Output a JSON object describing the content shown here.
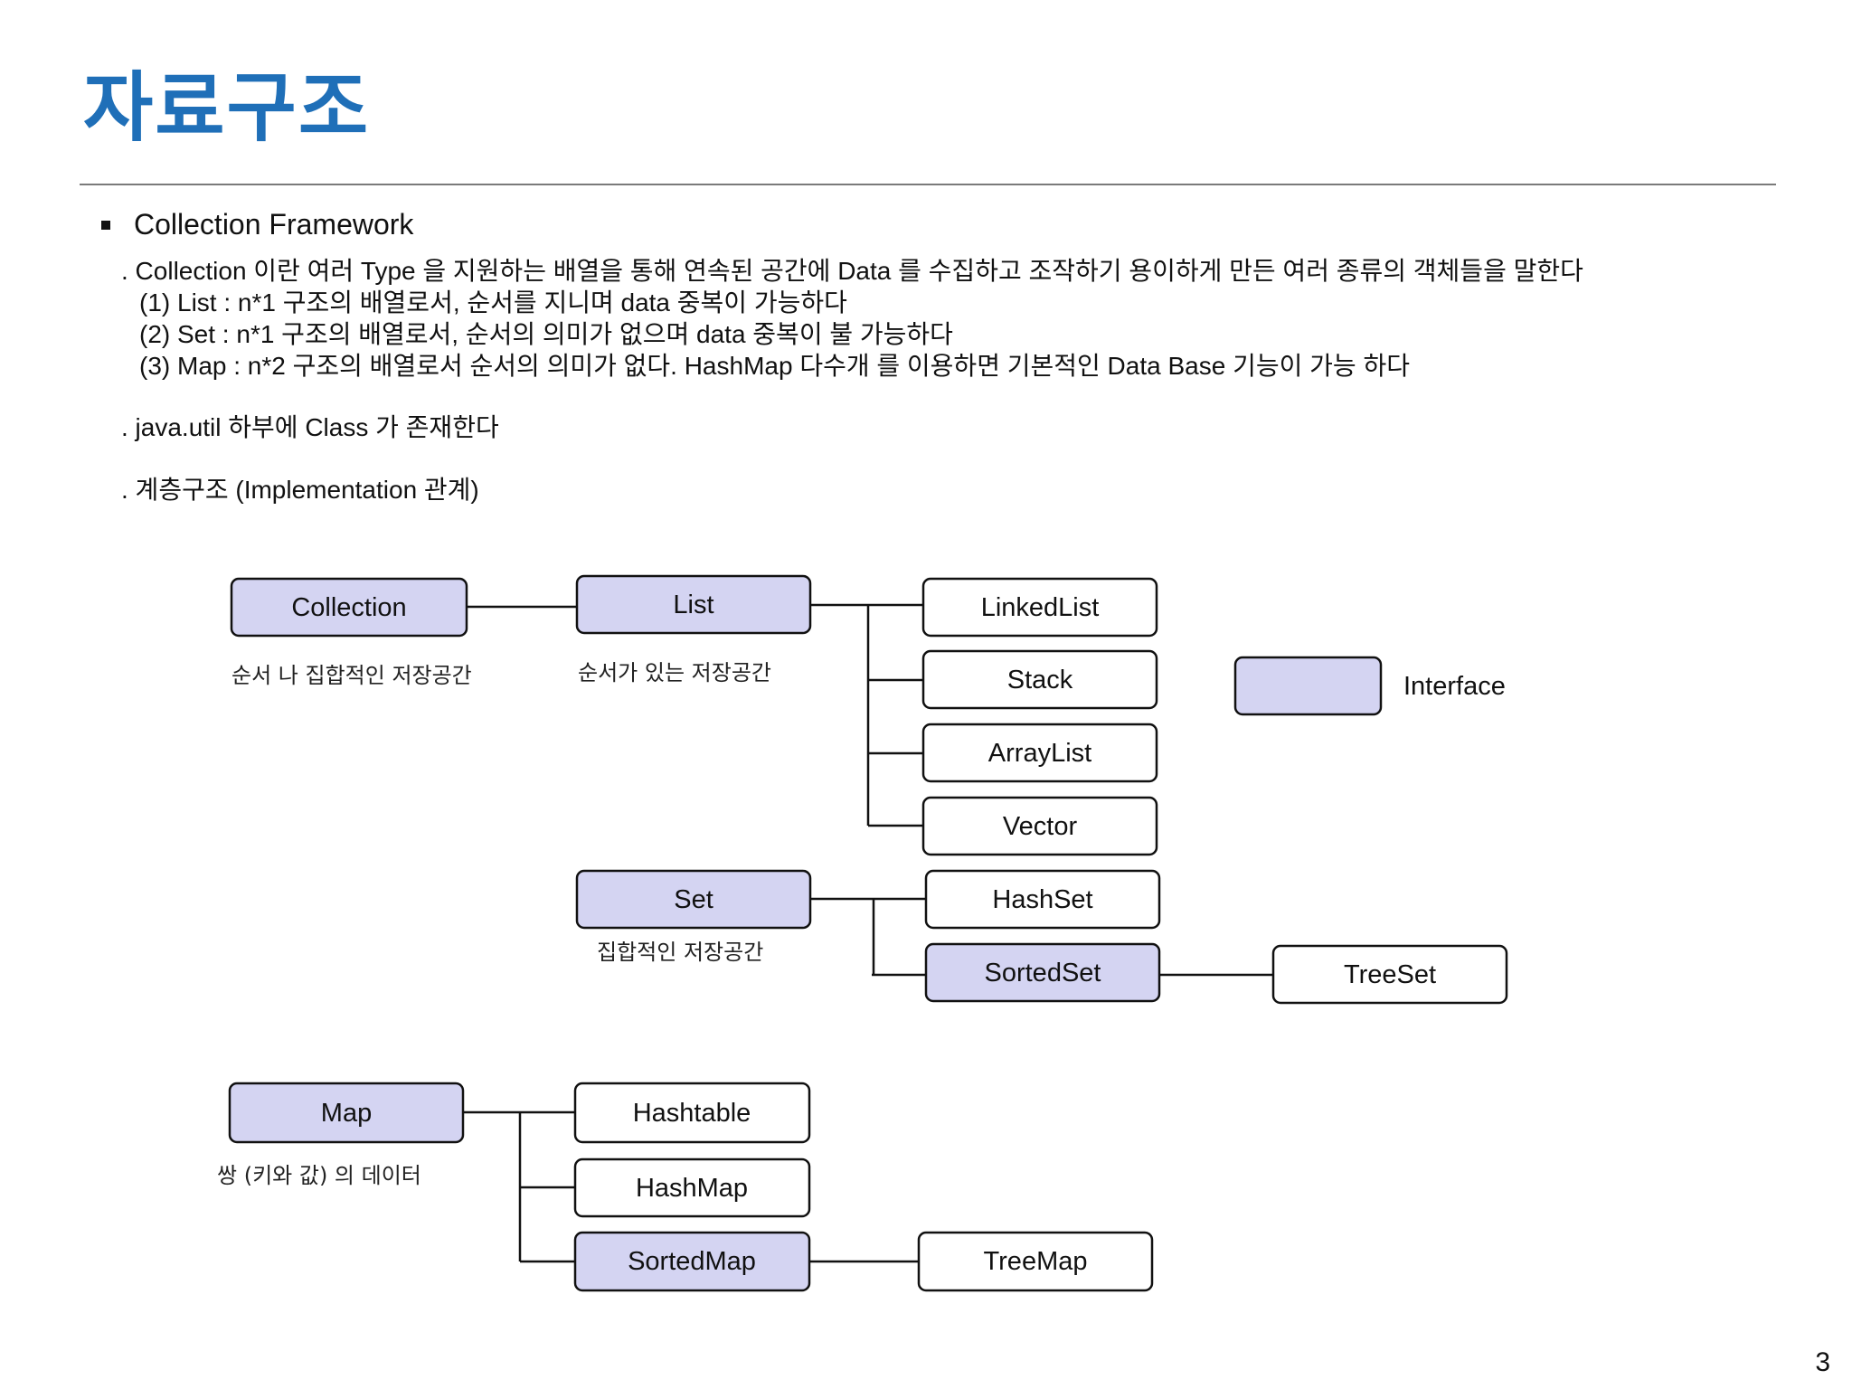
{
  "title": "자료구조",
  "section": {
    "heading": "Collection Framework",
    "lines": [
      ". Collection 이란 여러 Type 을 지원하는 배열을 통해 연속된 공간에 Data 를 수집하고 조작하기 용이하게 만든 여러 종류의 객체들을 말한다",
      "(1) List  : n*1 구조의 배열로서, 순서를 지니며 data 중복이 가능하다",
      "(2) Set  : n*1 구조의 배열로서, 순서의 의미가 없으며 data 중복이 불 가능하다",
      "(3) Map : n*2 구조의 배열로서 순서의 의미가 없다. HashMap 다수개 를 이용하면 기본적인 Data Base 기능이 가능 하다",
      ". java.util 하부에 Class 가 존재한다",
      ". 계층구조 (Implementation 관계)"
    ]
  },
  "diagram": {
    "colors": {
      "interface_fill": "#d4d4f2",
      "class_fill": "#ffffff",
      "stroke": "#111111"
    },
    "nodes": [
      {
        "id": "collection",
        "label": "Collection",
        "kind": "interface"
      },
      {
        "id": "list",
        "label": "List",
        "kind": "interface"
      },
      {
        "id": "linkedlist",
        "label": "LinkedList",
        "kind": "class"
      },
      {
        "id": "stack",
        "label": "Stack",
        "kind": "class"
      },
      {
        "id": "arraylist",
        "label": "ArrayList",
        "kind": "class"
      },
      {
        "id": "vector",
        "label": "Vector",
        "kind": "class"
      },
      {
        "id": "set",
        "label": "Set",
        "kind": "interface"
      },
      {
        "id": "hashset",
        "label": "HashSet",
        "kind": "class"
      },
      {
        "id": "sortedset",
        "label": "SortedSet",
        "kind": "interface"
      },
      {
        "id": "treeset",
        "label": "TreeSet",
        "kind": "class"
      },
      {
        "id": "map",
        "label": "Map",
        "kind": "interface"
      },
      {
        "id": "hashtable",
        "label": "Hashtable",
        "kind": "class"
      },
      {
        "id": "hashmap",
        "label": "HashMap",
        "kind": "class"
      },
      {
        "id": "sortedmap",
        "label": "SortedMap",
        "kind": "interface"
      },
      {
        "id": "treemap",
        "label": "TreeMap",
        "kind": "class"
      }
    ],
    "edges": [
      {
        "from": "collection",
        "to": "list"
      },
      {
        "from": "list",
        "to": "linkedlist"
      },
      {
        "from": "list",
        "to": "stack"
      },
      {
        "from": "list",
        "to": "arraylist"
      },
      {
        "from": "list",
        "to": "vector"
      },
      {
        "from": "set",
        "to": "hashset"
      },
      {
        "from": "set",
        "to": "sortedset"
      },
      {
        "from": "sortedset",
        "to": "treeset"
      },
      {
        "from": "map",
        "to": "hashtable"
      },
      {
        "from": "map",
        "to": "hashmap"
      },
      {
        "from": "map",
        "to": "sortedmap"
      },
      {
        "from": "sortedmap",
        "to": "treemap"
      }
    ],
    "captions": {
      "collection": "순서 나 집합적인 저장공간",
      "list": "순서가 있는 저장공간",
      "set": "집합적인 저장공간",
      "map": "쌍 (키와 값) 의 데이터"
    },
    "legend": {
      "label": "Interface"
    }
  },
  "page_number": "3"
}
